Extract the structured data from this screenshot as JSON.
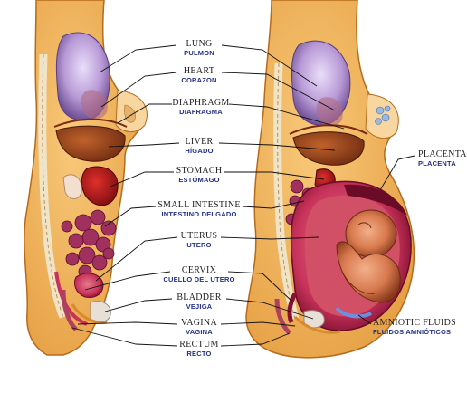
{
  "labels": {
    "lung": {
      "en": "LUNG",
      "es": "PULMON"
    },
    "heart": {
      "en": "HEART",
      "es": "CORAZON"
    },
    "diaphragm": {
      "en": "DIAPHRAGM",
      "es": "DIAFRAGMA"
    },
    "liver": {
      "en": "LIVER",
      "es": "HÍGADO"
    },
    "stomach": {
      "en": "STOMACH",
      "es": "ESTÓMAGO"
    },
    "small_intestine": {
      "en": "SMALL INTESTINE",
      "es": "INTESTINO DELGADO"
    },
    "uterus": {
      "en": "UTERUS",
      "es": "UTERO"
    },
    "cervix": {
      "en": "CERVIX",
      "es": "CUELLO DEL UTERO"
    },
    "bladder": {
      "en": "BLADDER",
      "es": "VEJIGA"
    },
    "vagina": {
      "en": "VAGINA",
      "es": "VAGINA"
    },
    "rectum": {
      "en": "RECTUM",
      "es": "RECTO"
    },
    "placenta": {
      "en": "PLACENTA",
      "es": "PLACENTA"
    },
    "amniotic_fluids": {
      "en": "AMNIOTIC FLUIDS",
      "es": "FLUIDOS AMNIÓTICOS"
    }
  },
  "colors": {
    "skin": "#f2b35c",
    "lung": "#b89ad6",
    "liver": "#8e3a1a",
    "uterus": "#c8325a",
    "intestine": "#a0305e",
    "label_spanish": "#24308a"
  }
}
